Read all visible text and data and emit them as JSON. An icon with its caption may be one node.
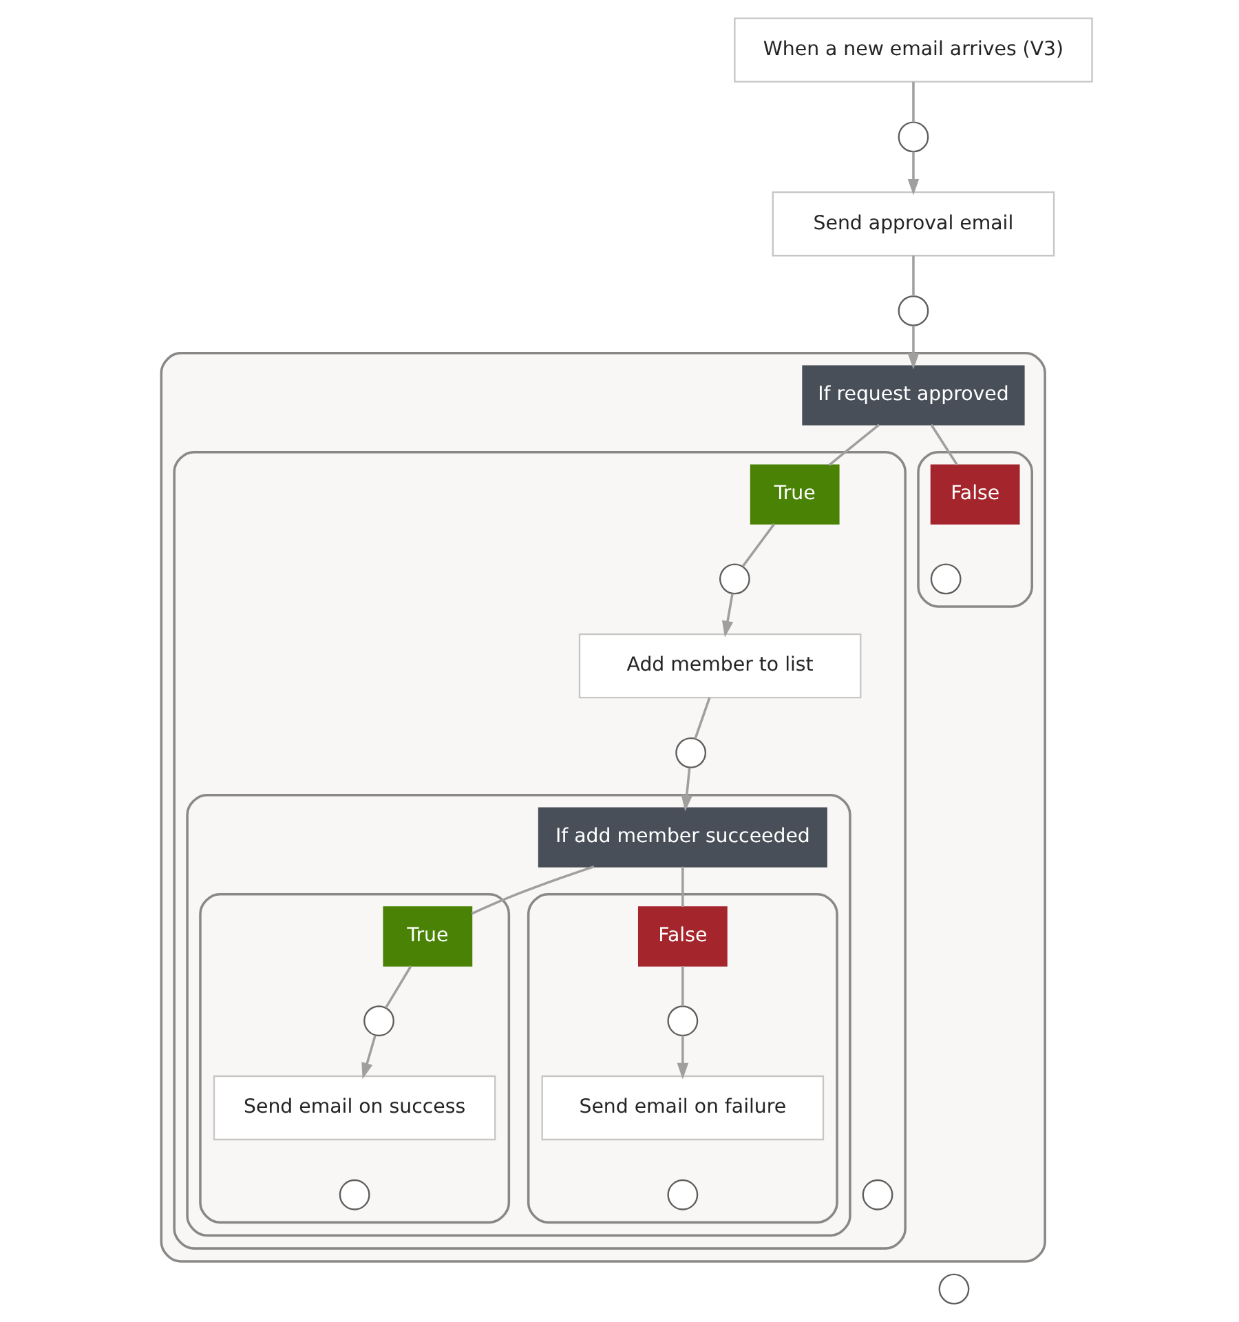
{
  "diagram": {
    "nodes": [
      {
        "text": [
          "When a new email arrives (V3)"
        ]
      },
      {
        "text": [],
        "shape": "circle"
      },
      {
        "text": [
          "Send approval email"
        ]
      },
      {
        "text": [],
        "shape": "circle"
      },
      {
        "text": [],
        "shape": "box"
      },
      {
        "text": [
          "If request approved"
        ],
        "in": 4
      },
      {
        "text": [],
        "shape": "box",
        "in": 4
      },
      {
        "text": [
          "True"
        ],
        "in": 6
      },
      {
        "text": [],
        "shape": "box",
        "in": 4
      },
      {
        "text": [
          "False"
        ],
        "in": 8
      },
      {
        "text": [],
        "shape": "circle",
        "in": 8
      },
      {
        "text": [],
        "shape": "circle",
        "in": 6
      },
      {
        "text": [
          "Add member to list"
        ],
        "in": 6
      },
      {
        "text": [],
        "shape": "circle",
        "in": 6
      },
      {
        "text": [],
        "shape": "box",
        "in": 6
      },
      {
        "text": [
          "If add member succeeded"
        ],
        "in": 14
      },
      {
        "text": [],
        "shape": "box",
        "in": 14
      },
      {
        "text": [
          "True"
        ],
        "in": 16
      },
      {
        "text": [],
        "shape": "circle",
        "in": 16
      },
      {
        "text": [
          "Send email on success"
        ],
        "in": 16
      },
      {
        "text": [],
        "shape": "circle",
        "in": 16
      },
      {
        "text": [],
        "shape": "box",
        "in": 14
      },
      {
        "text": [
          "False"
        ],
        "in": 21
      },
      {
        "text": [],
        "shape": "circle",
        "in": 21
      },
      {
        "text": [
          "Send email on failure"
        ],
        "in": 21
      },
      {
        "text": [],
        "shape": "circle",
        "in": 21
      },
      {
        "text": [],
        "shape": "circle",
        "in": 6
      },
      {
        "text": [],
        "shape": "circle"
      }
    ],
    "edges": [
      {
        "from": 0,
        "to": 1,
        "arrow": "none"
      },
      {
        "from": 1,
        "to": 2,
        "arrow": "to"
      },
      {
        "from": 2,
        "to": 3,
        "arrow": "none"
      },
      {
        "from": 3,
        "to": 5,
        "arrow": "to"
      },
      {
        "from": 5,
        "to": 7,
        "arrow": "none"
      },
      {
        "from": 5,
        "to": 9,
        "arrow": "none"
      },
      {
        "from": 7,
        "to": 11,
        "arrow": "none"
      },
      {
        "from": 11,
        "to": 12,
        "arrow": "to"
      },
      {
        "from": 12,
        "to": 13,
        "arrow": "none"
      },
      {
        "from": 13,
        "to": 15,
        "arrow": "to"
      },
      {
        "from": 15,
        "to": 17,
        "arrow": "none"
      },
      {
        "from": 15,
        "to": 22,
        "arrow": "none"
      },
      {
        "from": 17,
        "to": 18,
        "arrow": "none"
      },
      {
        "from": 18,
        "to": 19,
        "arrow": "to"
      },
      {
        "from": 22,
        "to": 23,
        "arrow": "none"
      },
      {
        "from": 23,
        "to": 24,
        "arrow": "to"
      }
    ]
  }
}
